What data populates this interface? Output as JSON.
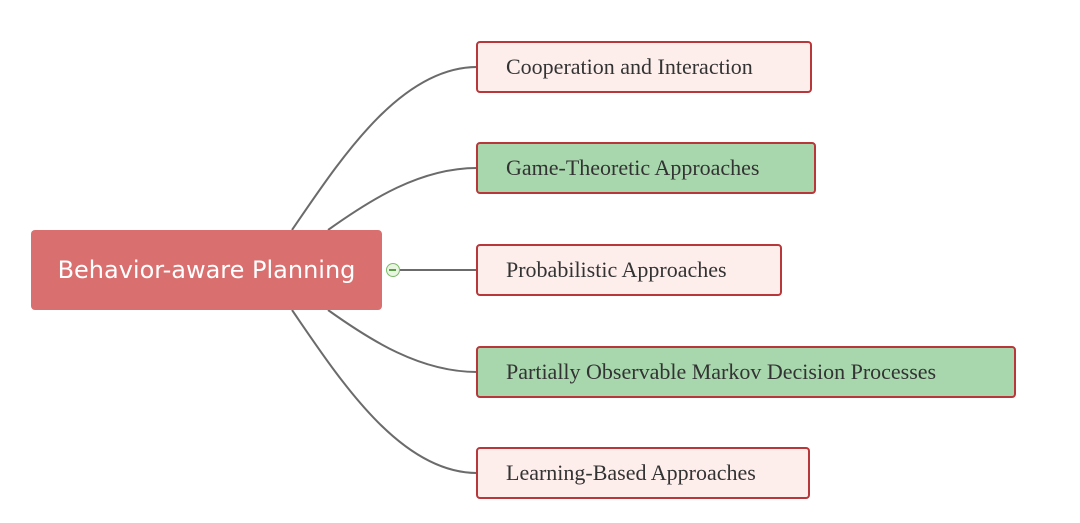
{
  "root": {
    "label": "Behavior-aware Planning",
    "color": "#d9706f"
  },
  "branches": [
    {
      "label": "Cooperation and Interaction",
      "fill": "#fdeeec"
    },
    {
      "label": "Game-Theoretic Approaches",
      "fill": "#a8d7ad"
    },
    {
      "label": "Probabilistic Approaches",
      "fill": "#fdeeec"
    },
    {
      "label": "Partially Observable Markov Decision Processes",
      "fill": "#a8d7ad"
    },
    {
      "label": "Learning-Based Approaches",
      "fill": "#fdeeec"
    }
  ],
  "colors": {
    "border": "#b8373a",
    "connector": "#6b6b6b",
    "collapse_toggle": "#7dbb6a"
  },
  "icons": {
    "collapse": "collapse-minus-icon"
  }
}
